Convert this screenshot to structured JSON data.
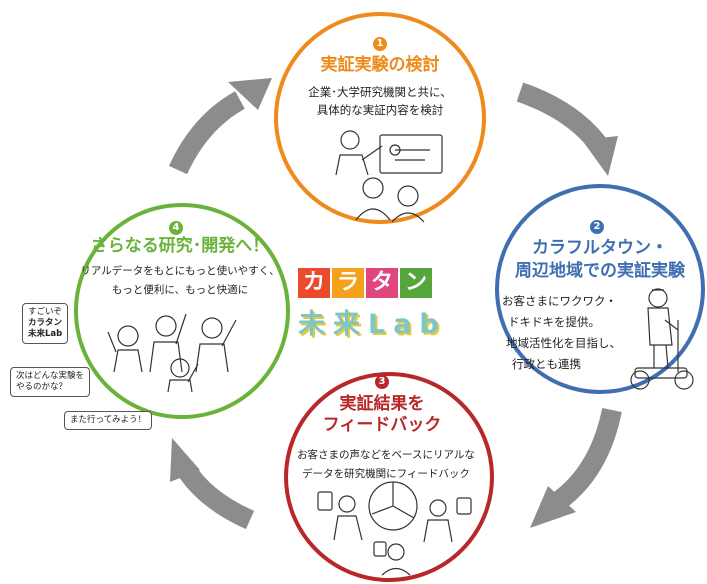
{
  "colors": {
    "orange": "#ef8a1c",
    "blue": "#3f6fb0",
    "red": "#b8282a",
    "green": "#6ab33a",
    "arrow": "#8c8c8c"
  },
  "steps": [
    {
      "num": "1",
      "title": [
        "実証実験の検討"
      ],
      "body": [
        "企業･大学研究機関と共に、",
        "具体的な実証内容を検討"
      ]
    },
    {
      "num": "2",
      "title": [
        "カラフルタウン・",
        "周辺地域での実証実験"
      ],
      "body": [
        "お客さまにワクワク・",
        "ドキドキを提供。",
        "地域活性化を目指し、",
        "行政とも連携"
      ]
    },
    {
      "num": "3",
      "title": [
        "実証結果を",
        "フィードバック"
      ],
      "body": [
        "お客さまの声などをベースにリアルな",
        "データを研究機関にフィードバック"
      ]
    },
    {
      "num": "4",
      "title": [
        "さらなる研究･開発へ！"
      ],
      "body": [
        "リアルデータをもとにもっと使いやすく、",
        "もっと便利に、もっと快適に"
      ]
    }
  ],
  "logo": {
    "top_chars": [
      "カ",
      "ラ",
      "タ",
      "ン"
    ],
    "top_colors": [
      "#e94b2c",
      "#f4a21e",
      "#e2457d",
      "#55a63b"
    ],
    "bottom": "未来Lab"
  },
  "bubbles": [
    [
      "すごいぞ",
      "カラタン",
      "未来Lab"
    ],
    [
      "次はどんな実験を",
      "やるのかな？"
    ],
    [
      "また行ってみよう！"
    ]
  ]
}
